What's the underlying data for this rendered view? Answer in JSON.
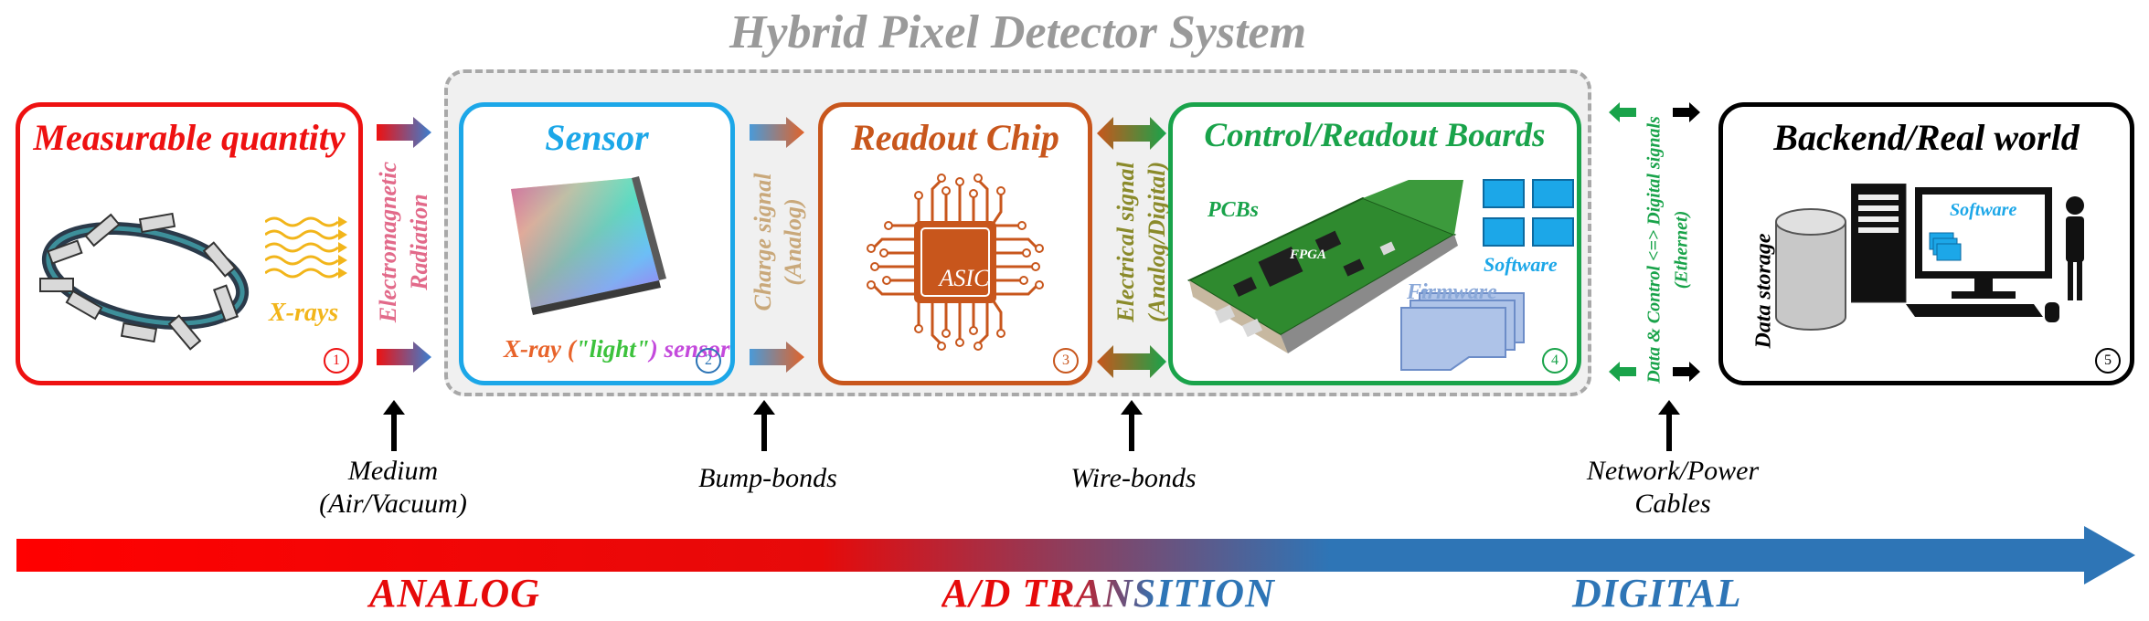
{
  "system_title": "Hybrid Pixel Detector System",
  "blocks": [
    {
      "title": "Measurable quantity",
      "number": "1",
      "label": "X-rays"
    },
    {
      "title": "Sensor",
      "number": "2",
      "label_prefix": "X-ray (",
      "label_light": "\"light\"",
      "label_suffix": ") sensor"
    },
    {
      "title": "Readout Chip",
      "number": "3",
      "chip_label": "ASIC"
    },
    {
      "title": "Control/Readout Boards",
      "number": "4",
      "pcbs": "PCBs",
      "fpga": "FPGA",
      "software": "Software",
      "firmware": "Firmware"
    },
    {
      "title": "Backend/Real world",
      "number": "5",
      "software": "Software",
      "storage": "Data storage"
    }
  ],
  "links": {
    "electromagnetic": [
      "Electromagnetic",
      "Radiation"
    ],
    "charge": [
      "Charge signal",
      "(Analog)"
    ],
    "electrical": [
      "Electrical signal",
      "(Analog/Digital)"
    ],
    "data": [
      "Data & Control <=> Digital signals",
      "(Ethernet)"
    ]
  },
  "captions": {
    "medium": [
      "Medium",
      "(Air/Vacuum)"
    ],
    "bump": "Bump-bonds",
    "wire": "Wire-bonds",
    "network": [
      "Network/Power",
      "Cables"
    ]
  },
  "stages": {
    "analog": "ANALOG",
    "transition": "A/D TRANSITION",
    "digital": "DIGITAL"
  },
  "colors": {
    "red": "#ee1111",
    "cyan": "#1ca7e8",
    "orange": "#c8561c",
    "green": "#19a34a",
    "black": "#000000",
    "grey": "#9a9a9a",
    "blue": "#2e75b6"
  }
}
